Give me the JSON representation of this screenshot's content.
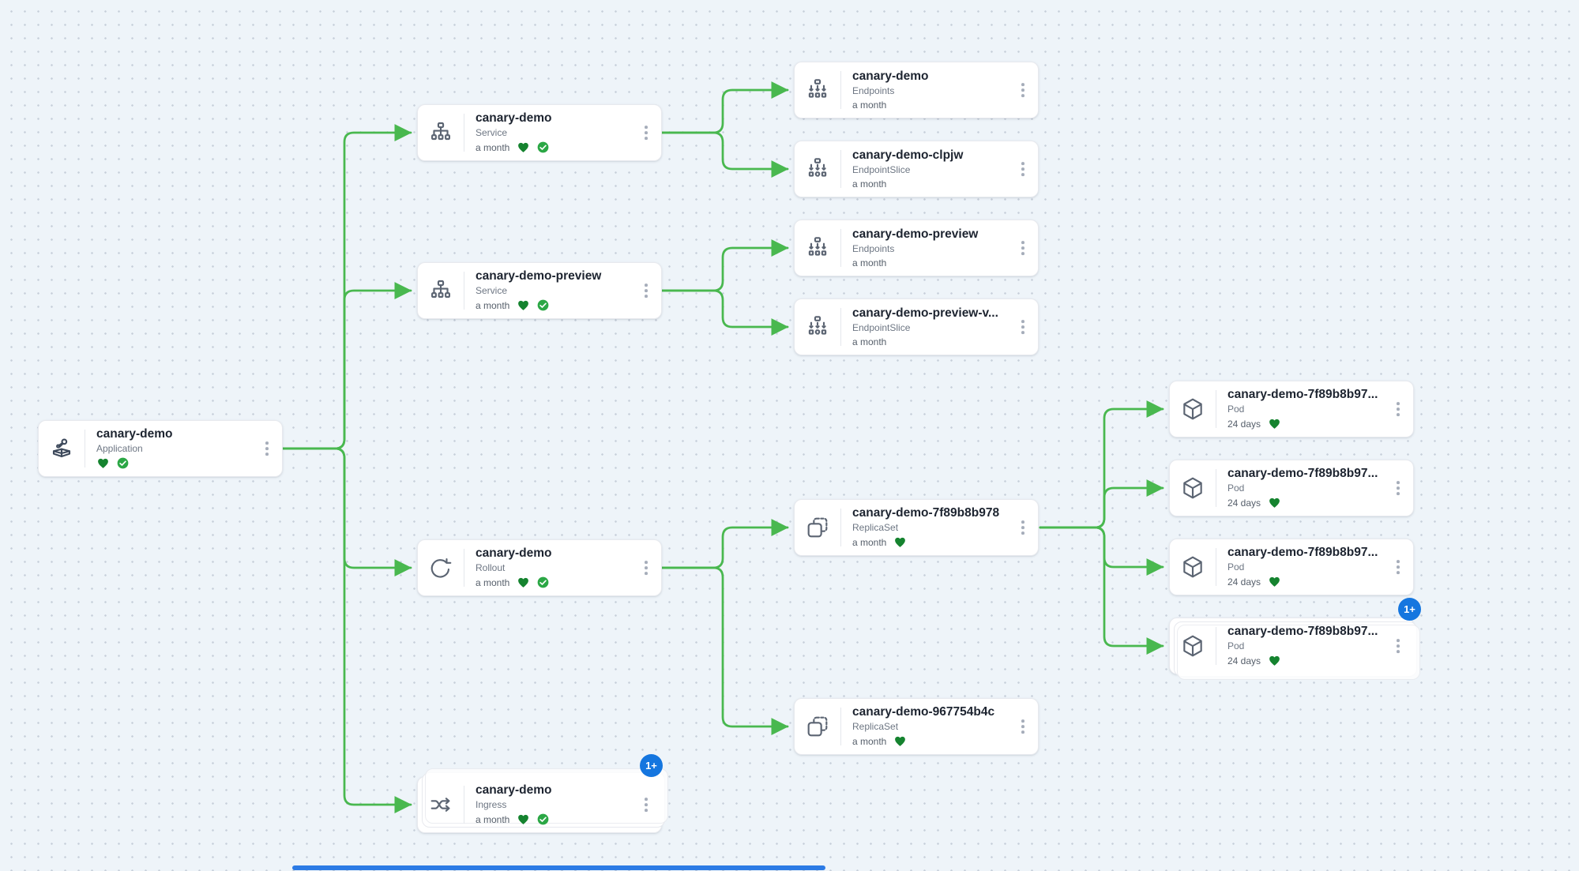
{
  "app_context": "resource-tree",
  "colors": {
    "edge_green": "#49b84f",
    "health_heart_green": "#15832f",
    "sync_check_green": "#2ba745",
    "badge_blue": "#1576df",
    "canvas_bg": "#eef4f9"
  },
  "nodes": {
    "app": {
      "title": "canary-demo",
      "kind": "Application",
      "age": ""
    },
    "svc_main": {
      "title": "canary-demo",
      "kind": "Service",
      "age": "a month"
    },
    "svc_preview": {
      "title": "canary-demo-preview",
      "kind": "Service",
      "age": "a month"
    },
    "rollout": {
      "title": "canary-demo",
      "kind": "Rollout",
      "age": "a month"
    },
    "ingress": {
      "title": "canary-demo",
      "kind": "Ingress",
      "age": "a month",
      "badge": "1+"
    },
    "ep_main": {
      "title": "canary-demo",
      "kind": "Endpoints",
      "age": "a month"
    },
    "eps_main": {
      "title": "canary-demo-clpjw",
      "kind": "EndpointSlice",
      "age": "a month"
    },
    "ep_preview": {
      "title": "canary-demo-preview",
      "kind": "Endpoints",
      "age": "a month"
    },
    "eps_preview": {
      "title": "canary-demo-preview-v...",
      "kind": "EndpointSlice",
      "age": "a month"
    },
    "rs_stable": {
      "title": "canary-demo-7f89b8b978",
      "kind": "ReplicaSet",
      "age": "a month"
    },
    "rs_canary": {
      "title": "canary-demo-967754b4c",
      "kind": "ReplicaSet",
      "age": "a month"
    },
    "pod1": {
      "title": "canary-demo-7f89b8b97...",
      "kind": "Pod",
      "age": "24 days"
    },
    "pod2": {
      "title": "canary-demo-7f89b8b97...",
      "kind": "Pod",
      "age": "24 days"
    },
    "pod3": {
      "title": "canary-demo-7f89b8b97...",
      "kind": "Pod",
      "age": "24 days"
    },
    "pod4": {
      "title": "canary-demo-7f89b8b97...",
      "kind": "Pod",
      "age": "24 days",
      "badge": "1+"
    }
  }
}
